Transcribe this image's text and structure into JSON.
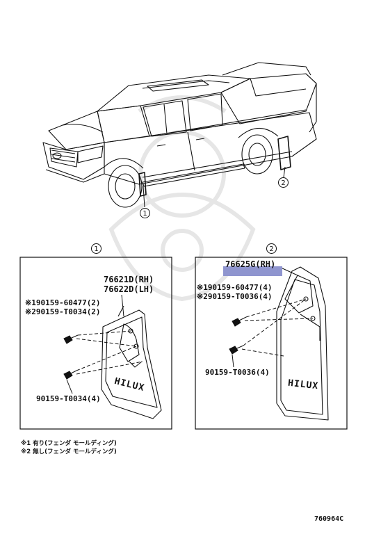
{
  "callouts": {
    "front": "1",
    "rear": "2"
  },
  "panel1": {
    "number": "1",
    "part_rh": "76621D(RH)",
    "part_lh": "76622D(LH)",
    "screw1": "※190159-60477(2)",
    "screw2": "※290159-T0034(2)",
    "screw3": "90159-T0034(4)",
    "flap_text": "HILUX"
  },
  "panel2": {
    "number": "2",
    "part_rh": "76625G(RH)",
    "screw1": "※190159-60477(4)",
    "screw2": "※290159-T0036(4)",
    "screw3": "90159-T0036(4)",
    "flap_text": "HILUX"
  },
  "notes": {
    "note1": "※1 有り(フェンダ モールディング)",
    "note2": "※2 無し(フェンダ モールディング)"
  },
  "figure_id": "760964C",
  "colors": {
    "line": "#111111",
    "highlight": "#8f95cf",
    "watermark": "#e6e6e6"
  }
}
